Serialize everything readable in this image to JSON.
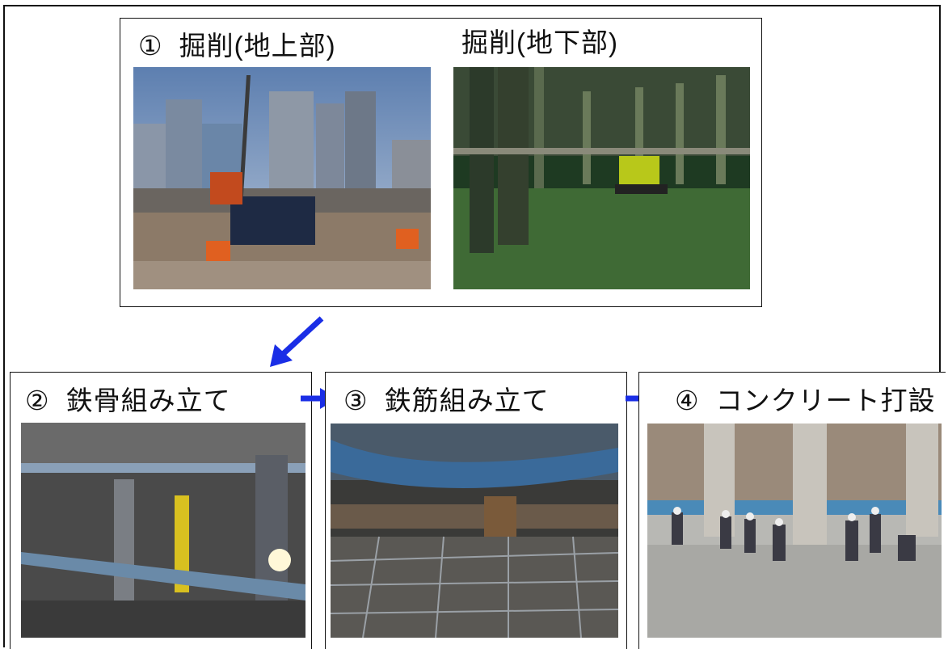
{
  "steps": [
    {
      "number": "①",
      "title": "掘削(地上部)"
    },
    {
      "number": "",
      "title": "掘削(地下部)"
    },
    {
      "number": "②",
      "title": "鉄骨組み立て"
    },
    {
      "number": "③",
      "title": "鉄筋組み立て"
    },
    {
      "number": "④",
      "title": "コンクリート打設"
    }
  ],
  "photos": [
    {
      "icon": "above-ground-excavation-photo"
    },
    {
      "icon": "underground-excavation-photo"
    },
    {
      "icon": "steel-frame-assembly-photo"
    },
    {
      "icon": "rebar-assembly-photo"
    },
    {
      "icon": "concrete-pouring-photo"
    }
  ],
  "colors": {
    "arrow": "#1a2ee6",
    "border": "#111111",
    "background": "#ffffff"
  }
}
